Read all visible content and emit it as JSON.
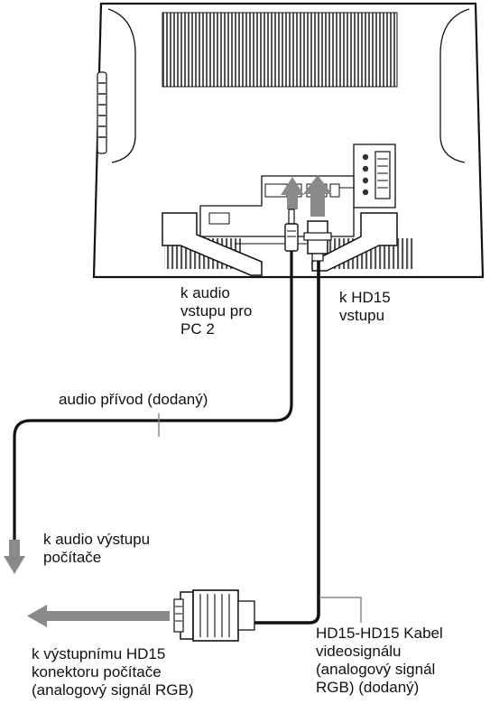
{
  "labels": {
    "audio_input_pc2": "k audio\nvstupu pro\nPC 2",
    "hd15_input": "k HD15\nvstupu",
    "audio_cable": "audio přívod (dodaný)",
    "audio_output_pc": "k audio výstupu\npočítače",
    "hd15_cable": "HD15-HD15 Kabel\nvideosignálu\n(analogový signál\nRGB) (dodaný)",
    "pc_hd15_output": "k výstupnímu HD15\nkonektoru počítače\n(analogový signál RGB)"
  },
  "colors": {
    "line": "#111111",
    "arrow": "#8a8a8a",
    "vent": "#555555",
    "background": "#ffffff"
  },
  "icons": [
    "monitor-back-panel",
    "audio-jack-plug",
    "vga-connector",
    "arrow-up",
    "arrow-down",
    "arrow-left"
  ]
}
